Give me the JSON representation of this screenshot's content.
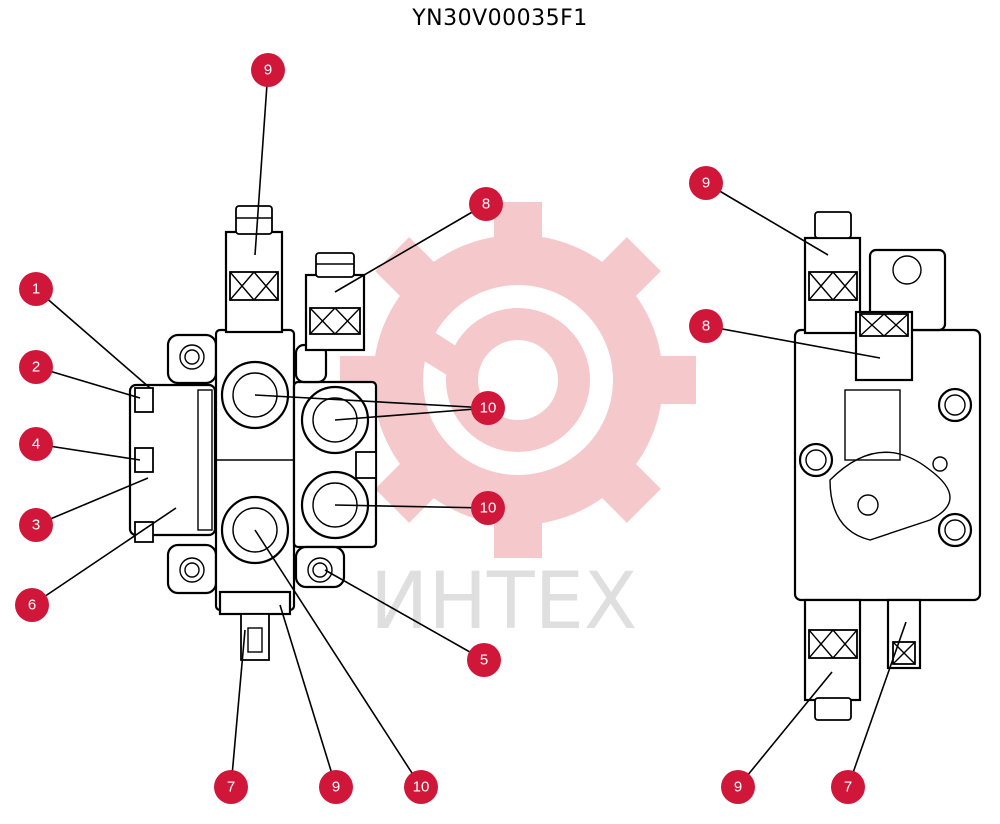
{
  "title": "YN30V00035F1",
  "watermark": {
    "text": "ИНТЕХ",
    "gear_color": "#f5c3c6",
    "text_color": "#dcdcdc"
  },
  "callout_color": "#d0173a",
  "callouts": [
    {
      "label": "1"
    },
    {
      "label": "2"
    },
    {
      "label": "4"
    },
    {
      "label": "3"
    },
    {
      "label": "6"
    },
    {
      "label": "9"
    },
    {
      "label": "8"
    },
    {
      "label": "10"
    },
    {
      "label": "10"
    },
    {
      "label": "5"
    },
    {
      "label": "7"
    },
    {
      "label": "9"
    },
    {
      "label": "10"
    },
    {
      "label": "9"
    },
    {
      "label": "8"
    },
    {
      "label": "9"
    },
    {
      "label": "7"
    }
  ]
}
